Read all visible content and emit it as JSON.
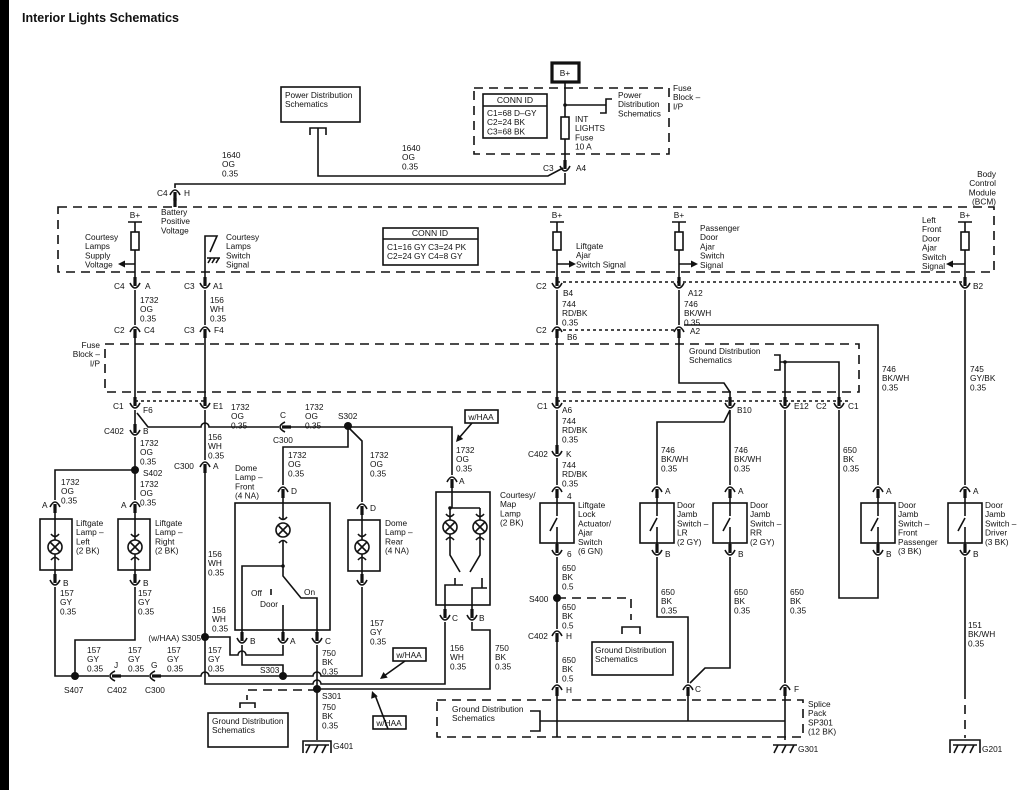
{
  "title": "Interior Lights Schematics",
  "labels": {
    "pds_top": "Power Distribution\nSchematics",
    "wire_1640_a": "1640\nOG\n0.35",
    "wire_1640_b": "1640\nOG\n0.35",
    "c4h_c": "C4",
    "c4h_p": "H",
    "bplus_box": "B+",
    "conn_fuse_hdr": "CONN ID",
    "conn_fuse_lines": "C1=68 D–GY\nC2=24 BK\nC3=68 BK",
    "fuse": "INT\nLIGHTS\nFuse\n10 A",
    "pds_bracket": "Power\nDistribution\nSchematics",
    "fuse_block_top": "Fuse\nBlock –\nI/P",
    "c3a4_c": "C3",
    "c3a4_p": "A4",
    "bcm": "Body\nControl\nModule\n(BCM)",
    "bplus_1": "B+",
    "bplus_2": "B+",
    "bplus_3": "B+",
    "bplus_4": "B+",
    "courtesy_supply": "Courtesy\nLamps\nSupply\nVoltage",
    "battery_positive": "Battery\nPositive\nVoltage",
    "courtesy_switch": "Courtesy\nLamps\nSwitch\nSignal",
    "conn_bcm_hdr": "CONN ID",
    "conn_bcm_lines": "C1=16 GY  C3=24 PK\nC2=24 GY  C4=8 GY",
    "liftgate_ajar": "Liftgate\nAjar\nSwitch Signal",
    "passenger_ajar": "Passenger\nDoor\nAjar\nSwitch\nSignal",
    "lf_ajar": "Left\nFront\nDoor\nAjar\nSwitch\nSignal",
    "r1_c4": "C4",
    "r1_a": "A",
    "r1_c3": "C3",
    "r1_a1": "A1",
    "r1_c2": "C2",
    "r1_b4": "B4",
    "r1_a12": "A12",
    "r1_b2": "B2",
    "w_1732_top": "1732\nOG\n0.35",
    "w_156_top": "156\nWH\n0.35",
    "w_744_top": "744\nRD/BK\n0.35",
    "w_746_top": "746\nBK/WH\n0.35",
    "r2_c2": "C2",
    "r2_c4": "C4",
    "r2_c3": "C3",
    "r2_f4": "F4",
    "r2_c2b": "C2",
    "r2_b6": "B6",
    "r2_a2": "A2",
    "fuse_block_ip": "Fuse\nBlock –\nI/P",
    "gds_inner": "Ground Distribution\nSchematics",
    "w_746_fp": "746\nBK/WH\n0.35",
    "w_745": "745\nGY/BK\n0.35",
    "r3_c1": "C1",
    "r3_f6": "F6",
    "r3_e1": "E1",
    "r3_c1b": "C1",
    "r3_a6": "A6",
    "r3_b10": "B10",
    "r3_e12": "E12",
    "r3_c2": "C2",
    "r3_c1c": "C1",
    "w_1732_e1a": "1732\nOG\n0.35",
    "w_1732_e1b": "1732\nOG\n0.35",
    "c300_c": "C",
    "c300_lbl": "C300",
    "s302": "S302",
    "c402_lbl": "C402",
    "c402_b": "B",
    "w_1732_c402": "1732\nOG\n0.35",
    "s402": "S402",
    "w_1732_lr": "1732\nOG\n0.35",
    "w_1732_ll": "1732\nOG\n0.35",
    "w_156_mid": "156\nWH\n0.35",
    "c300a_lbl": "C300",
    "c300a_a": "A",
    "dome_front": "Dome\nLamp –\nFront\n(4 NA)",
    "w_1732_df": "1732\nOG\n0.35",
    "df_d": "D",
    "w_1732_dr": "1732\nOG\n0.35",
    "dr_d": "D",
    "dome_rear": "Dome\nLamp –\nRear\n(4 NA)",
    "whaa_1": "w/HAA",
    "w_1732_cm": "1732\nOG\n0.35",
    "cm_a": "A",
    "courtesy_map": "Courtesy/\nMap\nLamp\n(2 BK)",
    "w_744_a": "744\nRD/BK\n0.35",
    "c402k_lbl": "C402",
    "c402k_k": "K",
    "w_744_b": "744\nRD/BK\n0.35",
    "lg_4": "4",
    "liftgate_lock": "Liftgate\nLock\nActuator/\nAjar\nSwitch\n(6 GN)",
    "lg_6": "6",
    "w_746_lr": "746\nBK/WH\n0.35",
    "w_746_rr": "746\nBK/WH\n0.35",
    "lr_a": "A",
    "rr_a": "A",
    "dj_lr": "Door\nJamb\nSwitch –\nLR\n(2 GY)",
    "dj_rr": "Door\nJamb\nSwitch –\nRR\n(2 GY)",
    "lr_b": "B",
    "rr_b": "B",
    "w_650_c1": "650\nBK\n0.35",
    "fp_a": "A",
    "dj_fp": "Door\nJamb\nSwitch –\nFront\nPassenger\n(3 BK)",
    "fp_b": "B",
    "dr_a": "A",
    "dj_driver": "Door\nJamb\nSwitch –\nDriver\n(3 BK)",
    "drv_b": "B",
    "ll_a": "A",
    "liftgate_left": "Liftgate\nLamp –\nLeft\n(2 BK)",
    "ll_b": "B",
    "lr_lamp_a": "A",
    "liftgate_right": "Liftgate\nLamp –\nRight\n(2 BK)",
    "lr_lamp_b": "B",
    "w_157_ll": "157\nGY\n0.35",
    "w_157_lr": "157\nGY\n0.35",
    "w_156_low": "156\nWH\n0.35",
    "sw_off": "Off",
    "sw_door": "Door",
    "sw_on": "On",
    "w_156_s305": "156\nWH\n0.35",
    "s305": "(w/HAA) S305",
    "df_b": "B",
    "df_a": "A",
    "df_c": "C",
    "w_750_df": "750\nBK\n0.35",
    "w_157_s305": "157\nGY\n0.35",
    "w_157_dr": "157\nGY\n0.35",
    "s303": "S303",
    "w_157_j1": "157\nGY\n0.35",
    "w_157_j2": "157\nGY\n0.35",
    "w_157_j3": "157\nGY\n0.35",
    "c402j_j": "J",
    "c300g_g": "G",
    "s407": "S407",
    "c402j_lbl": "C402",
    "c300g_lbl": "C300",
    "whaa_2": "w/HAA",
    "whaa_3": "w/HAA",
    "cm_c": "C",
    "cm_b": "B",
    "w_156_cm": "156\nWH\n0.35",
    "w_750_cm": "750\nBK\n0.35",
    "s301": "S301",
    "w_750_g401": "750\nBK\n0.35",
    "g401": "G401",
    "gds_s301": "Ground Distribution\nSchematics",
    "w_650_a": "650\nBK\n0.5",
    "s400": "S400",
    "w_650_b": "650\nBK\n0.5",
    "c402h_lbl": "C402",
    "c402h_h": "H",
    "w_650_c": "650\nBK\n0.5",
    "sp_h": "H",
    "gds_s400": "Ground Distribution\nSchematics",
    "w_650_lr": "650\nBK\n0.35",
    "w_650_rr": "650\nBK\n0.35",
    "w_650_e12": "650\nBK\n0.35",
    "sp_c": "C",
    "sp_f": "F",
    "w_151": "151\nBK/WH\n0.35",
    "gds_splice": "Ground Distribution\nSchematics",
    "splice_pack": "Splice\nPack\nSP301\n(12 BK)",
    "g301": "G301",
    "g201": "G201"
  }
}
